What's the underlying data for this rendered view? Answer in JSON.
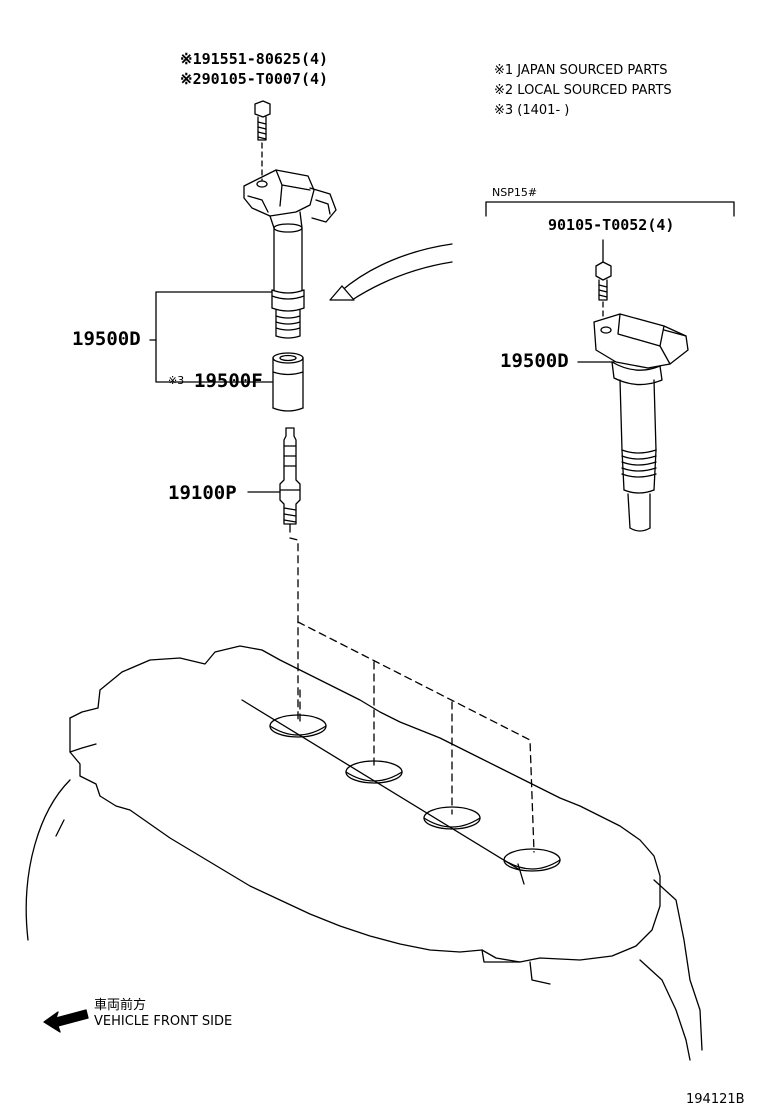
{
  "top_bolt": {
    "line1": "※191551-80625(4)",
    "line2": "※290105-T0007(4)"
  },
  "notes": {
    "n1": "※1 JAPAN SOURCED PARTS",
    "n2": "※2 LOCAL SOURCED PARTS",
    "n3": "※3 (1401-      )"
  },
  "variant": {
    "label": "NSP15#",
    "bolt": "90105-T0052(4)",
    "coil": "19500D"
  },
  "callouts": {
    "coil": "19500D",
    "boot_prefix": "※3",
    "boot": "19500F",
    "plug": "19100P"
  },
  "direction": {
    "jp": "車両前方",
    "en": "VEHICLE FRONT SIDE"
  },
  "figure_id": "194121B"
}
